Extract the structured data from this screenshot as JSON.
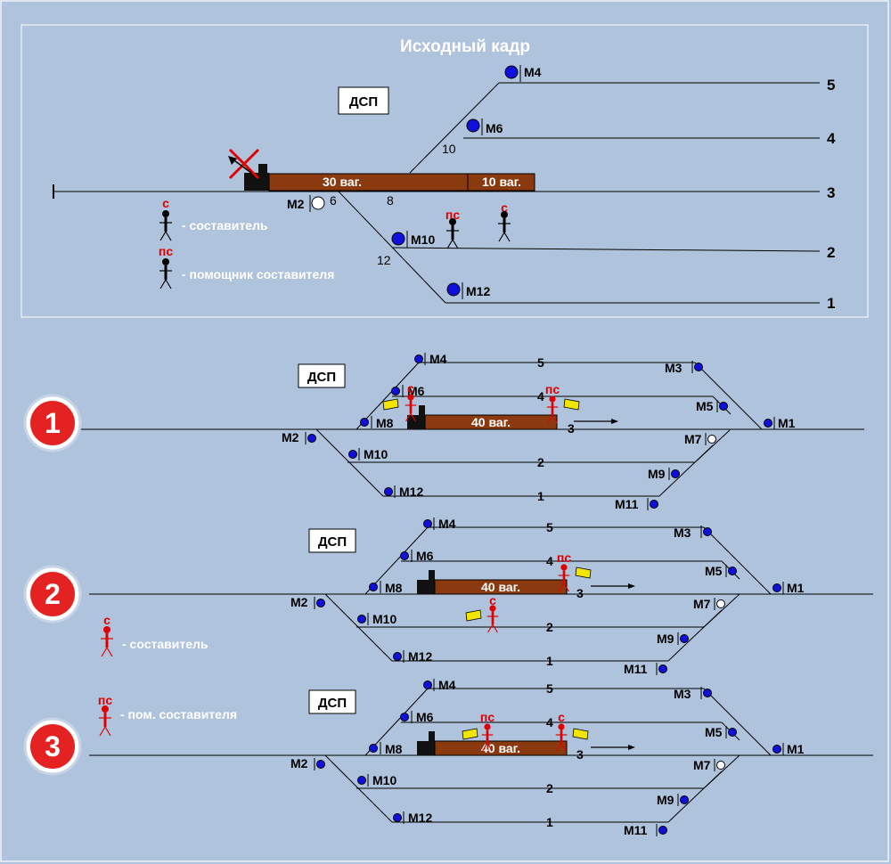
{
  "title": "Исходный кадр",
  "dsp_label": "ДСП",
  "top": {
    "tracks": [
      "5",
      "4",
      "3",
      "2",
      "1"
    ],
    "signals": [
      "М4",
      "М6",
      "М2",
      "М10",
      "М12"
    ],
    "switches": [
      "10",
      "6",
      "8",
      "12"
    ],
    "cars_main": "30 ваг.",
    "cars_tail": "10 ваг.",
    "role_s": "с",
    "role_ps": "пс",
    "legend_s": "- составитель",
    "legend_ps": "- помощник составителя"
  },
  "scheme_signals": [
    "М1",
    "М2",
    "М3",
    "М4",
    "М5",
    "М6",
    "М7",
    "М8",
    "М9",
    "М10",
    "М11",
    "М12"
  ],
  "scheme_tracks": [
    "5",
    "4",
    "3",
    "2",
    "1"
  ],
  "cars": "40 ваг.",
  "panels": [
    {
      "number": "1"
    },
    {
      "number": "2",
      "legend_role": "с",
      "legend_text": "- составитель"
    },
    {
      "number": "3",
      "legend_role": "пс",
      "legend_text": "- пом. составителя"
    }
  ],
  "colors": {
    "background": "#b0c3dc",
    "signal_blue": "#1010dd",
    "signal_white": "#ffffff",
    "wagon": "#8b3a10",
    "locomotive": "#111111",
    "worker_red": "#e00000",
    "flag_yellow": "#f2e600",
    "cross_red": "#e00000"
  }
}
